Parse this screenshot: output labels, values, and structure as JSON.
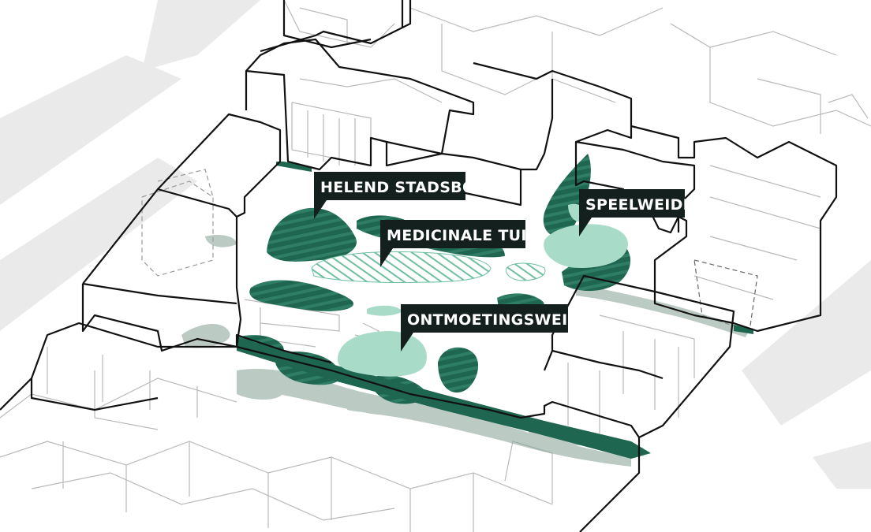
{
  "labels": {
    "stadsbos": "HELEND STADSBOS",
    "speelweide": "SPEELWEIDE",
    "medicinale": "MEDICINALE TUIN",
    "ontmoeting": "ONTMOETINGSWEIDE"
  },
  "colors": {
    "forest": "#1f6650",
    "forest_stripe": "#2f7d64",
    "meadow": "#a8dcc8",
    "hatch": "#6fbfa0",
    "shadow": "#8fa79c",
    "label_bg": "#14201d",
    "label_text": "#ffffff",
    "street": "#eaeaea",
    "building_line": "#b9b9b9"
  }
}
